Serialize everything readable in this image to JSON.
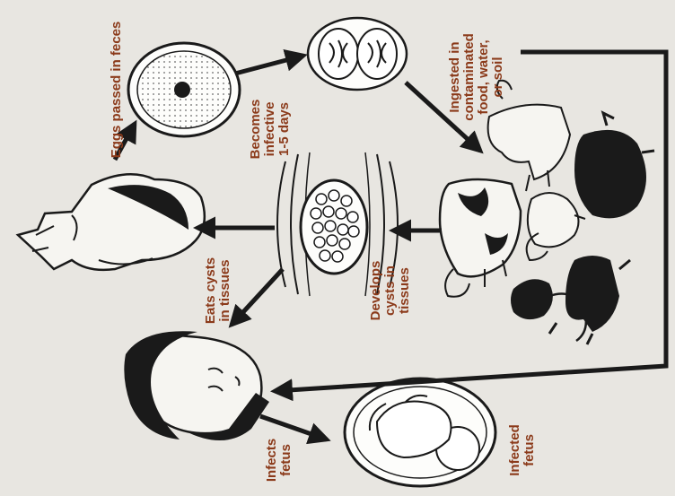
{
  "colors": {
    "label": "#8b3a1a",
    "ink": "#1a1a1a",
    "background": "#e8e6e1"
  },
  "icons": {
    "egg": "oval-egg-icon",
    "infective_egg": "two-cell-egg-icon",
    "tissue_cyst": "tissue-cyst-icon",
    "cat": "cat-icon",
    "human": "woman-head-icon",
    "fetus": "fetus-icon",
    "animals": [
      "sheep-icon",
      "pig-icon",
      "cow-icon",
      "chicken-icon",
      "rat-icon",
      "goat-icon"
    ]
  },
  "labels": {
    "eggs_passed": [
      "Eggs passed in feces"
    ],
    "becomes_infective": [
      "Becomes",
      "infective",
      "1-5 days"
    ],
    "ingested": [
      "Ingested in",
      "contaminated",
      "food, water,",
      "or soil"
    ],
    "eats_cysts": [
      "Eats cysts",
      "in tissues"
    ],
    "develops_cysts": [
      "Develops",
      "cysts in",
      "tissues"
    ],
    "infects_fetus": [
      "Infects",
      "fetus"
    ],
    "infected_fetus": [
      "Infected",
      "fetus"
    ]
  }
}
